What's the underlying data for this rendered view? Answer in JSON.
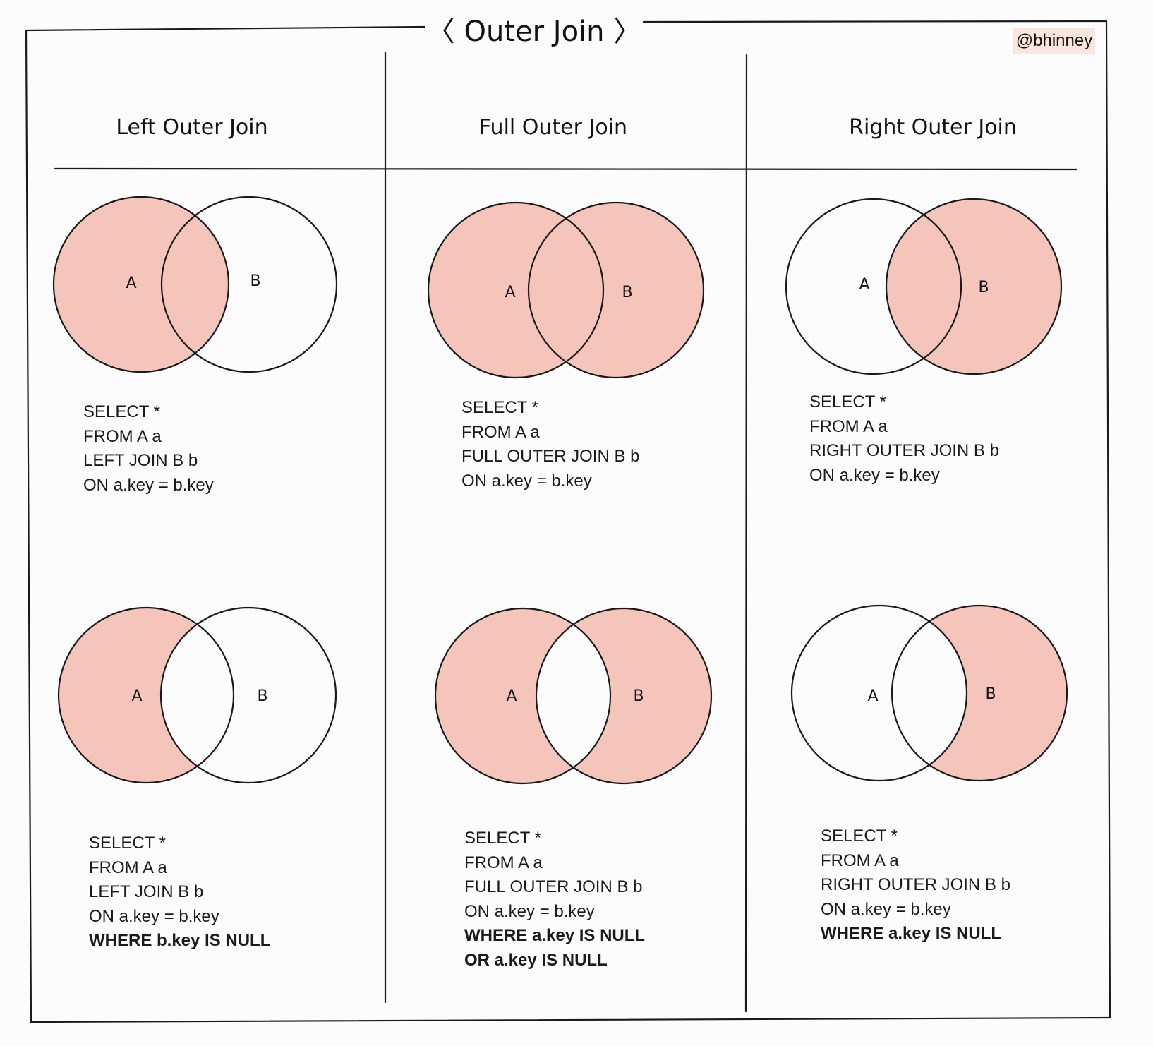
{
  "title": "〈 Outer Join 〉",
  "watermark": "@bhinney",
  "colors": {
    "fill": "#f5c5bc",
    "stroke": "#1a1a1a",
    "background": "#fcfcfc",
    "badge": "#fbe6df"
  },
  "columns": [
    {
      "header": "Left Outer Join",
      "diagrams": [
        {
          "label_a": "A",
          "label_b": "B",
          "highlight": "left-full",
          "sql": [
            "SELECT *",
            "FROM A a",
            "LEFT JOIN B b",
            "ON a.key = b.key"
          ],
          "sql_bold": []
        },
        {
          "label_a": "A",
          "label_b": "B",
          "highlight": "left-only",
          "sql": [
            "SELECT *",
            "FROM A a",
            "LEFT JOIN B b",
            "ON a.key = b.key"
          ],
          "sql_bold": [
            "WHERE b.key IS NULL"
          ]
        }
      ]
    },
    {
      "header": "Full Outer Join",
      "diagrams": [
        {
          "label_a": "A",
          "label_b": "B",
          "highlight": "both-full",
          "sql": [
            "SELECT *",
            "FROM A a",
            "FULL OUTER JOIN B b",
            "ON a.key = b.key"
          ],
          "sql_bold": []
        },
        {
          "label_a": "A",
          "label_b": "B",
          "highlight": "both-exclusive",
          "sql": [
            "SELECT *",
            "FROM A a",
            "FULL OUTER JOIN B b",
            "ON a.key = b.key"
          ],
          "sql_bold": [
            "WHERE a.key IS NULL",
            "OR a.key IS NULL"
          ]
        }
      ]
    },
    {
      "header": "Right Outer Join",
      "diagrams": [
        {
          "label_a": "A",
          "label_b": "B",
          "highlight": "right-full",
          "sql": [
            "SELECT *",
            "FROM A a",
            "RIGHT OUTER JOIN B b",
            "ON a.key = b.key"
          ],
          "sql_bold": []
        },
        {
          "label_a": "A",
          "label_b": "B",
          "highlight": "right-only",
          "sql": [
            "SELECT *",
            "FROM A a",
            "RIGHT OUTER JOIN B b",
            "ON a.key = b.key"
          ],
          "sql_bold": [
            "WHERE a.key IS NULL"
          ]
        }
      ]
    }
  ]
}
